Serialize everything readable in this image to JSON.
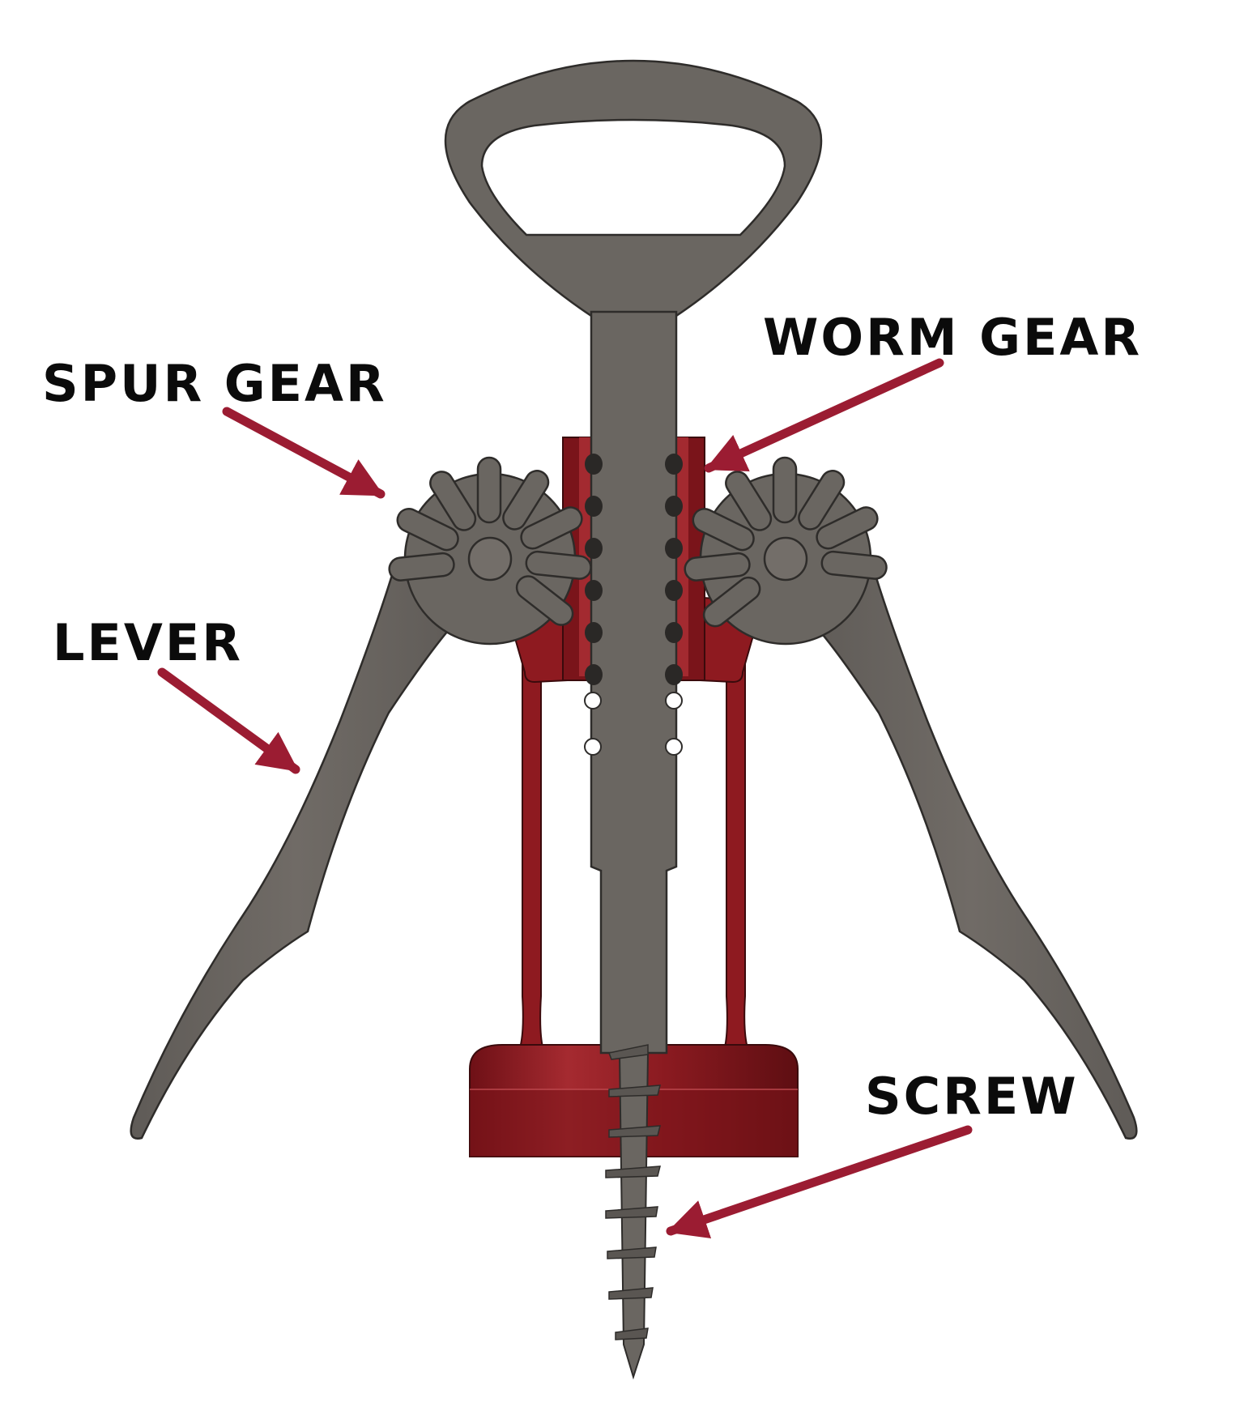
{
  "diagram": {
    "labels": {
      "worm_gear": "WORM GEAR",
      "spur_gear": "SPUR GEAR",
      "lever": "LEVER",
      "screw": "SCREW"
    },
    "colors": {
      "metal": "#6a6661",
      "metal_edge": "#2e2c2a",
      "housing": "#8e1a20",
      "housing_dark": "#5e0e12",
      "housing_light": "#b3343a",
      "arrow": "#9b1c32",
      "text": "#0b0b0b",
      "background": "#ffffff"
    }
  }
}
